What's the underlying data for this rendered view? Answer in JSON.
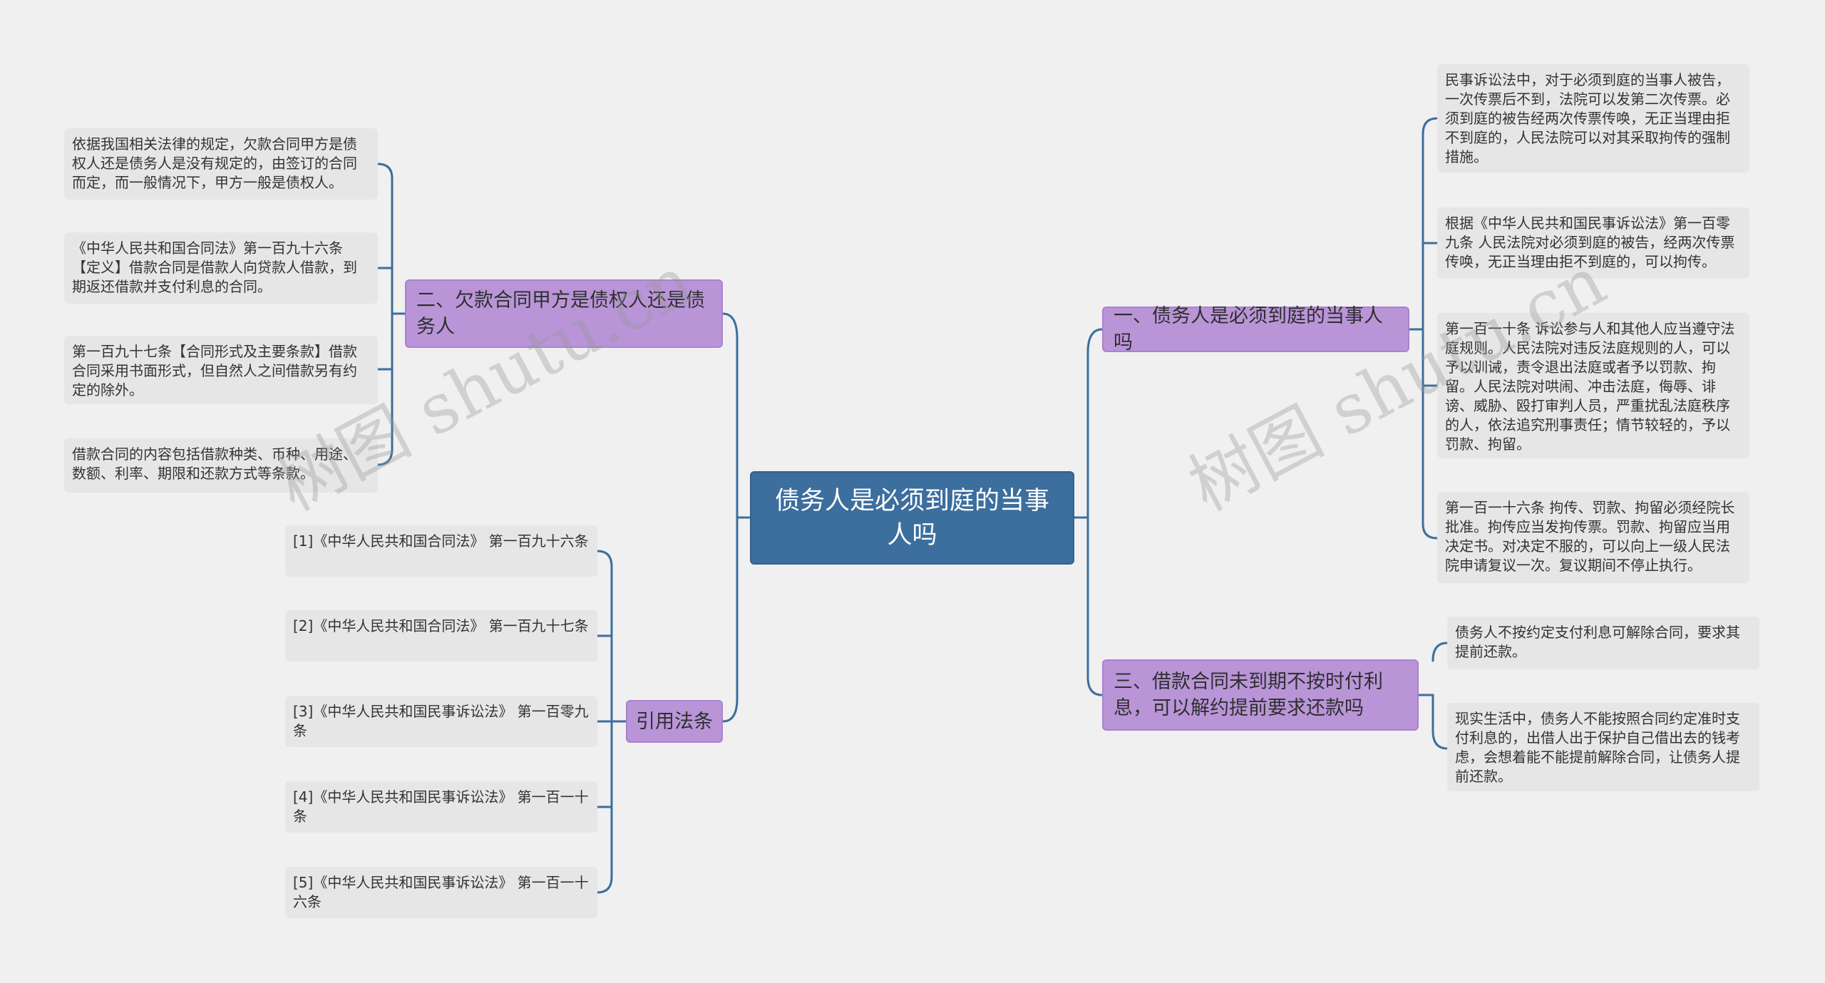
{
  "root": {
    "title": "债务人是必须到庭的当事人吗"
  },
  "branches": [
    {
      "title": "二、欠款合同甲方是债权人还是债务人",
      "leaves": [
        "依据我国相关法律的规定，欠款合同甲方是债权人还是债务人是没有规定的，由签订的合同而定，而一般情况下，甲方一般是债权人。",
        "《中华人民共和国合同法》第一百九十六条【定义】借款合同是借款人向贷款人借款，到期返还借款并支付利息的合同。",
        "第一百九十七条【合同形式及主要条款】借款合同采用书面形式，但自然人之间借款另有约定的除外。",
        "借款合同的内容包括借款种类、币种、用途、数额、利率、期限和还款方式等条款。"
      ]
    },
    {
      "title": "引用法条",
      "leaves": [
        "[1]《中华人民共和国合同法》 第一百九十六条",
        "[2]《中华人民共和国合同法》 第一百九十七条",
        "[3]《中华人民共和国民事诉讼法》 第一百零九条",
        "[4]《中华人民共和国民事诉讼法》 第一百一十条",
        "[5]《中华人民共和国民事诉讼法》 第一百一十六条"
      ]
    },
    {
      "title": "一、债务人是必须到庭的当事人吗",
      "leaves": [
        "民事诉讼法中，对于必须到庭的当事人被告，一次传票后不到，法院可以发第二次传票。必须到庭的被告经两次传票传唤，无正当理由拒不到庭的，人民法院可以对其采取拘传的强制措施。",
        "根据《中华人民共和国民事诉讼法》第一百零九条 人民法院对必须到庭的被告，经两次传票传唤，无正当理由拒不到庭的，可以拘传。",
        "第一百一十条 诉讼参与人和其他人应当遵守法庭规则。人民法院对违反法庭规则的人，可以予以训诫，责令退出法庭或者予以罚款、拘留。人民法院对哄闹、冲击法庭，侮辱、诽谤、威胁、殴打审判人员，严重扰乱法庭秩序的人，依法追究刑事责任；情节较轻的，予以罚款、拘留。",
        "第一百一十六条 拘传、罚款、拘留必须经院长批准。拘传应当发拘传票。罚款、拘留应当用决定书。对决定不服的，可以向上一级人民法院申请复议一次。复议期间不停止执行。"
      ]
    },
    {
      "title": "三、借款合同未到期不按时付利息，可以解约提前要求还款吗",
      "leaves": [
        "债务人不按约定支付利息可解除合同，要求其提前还款。",
        "现实生活中，债务人不能按照合同约定准时支付利息的，出借人出于保护自己借出去的钱考虑，会想着能不能提前解除合同，让债务人提前还款。"
      ]
    }
  ],
  "watermark": {
    "text": "树图 shutu.cn"
  },
  "colors": {
    "background": "#f0f0f0",
    "root_fill": "#3c6e9e",
    "branch_fill": "#b995d8",
    "leaf_fill": "#e6e6e6",
    "connector": "#3c6e9e"
  }
}
